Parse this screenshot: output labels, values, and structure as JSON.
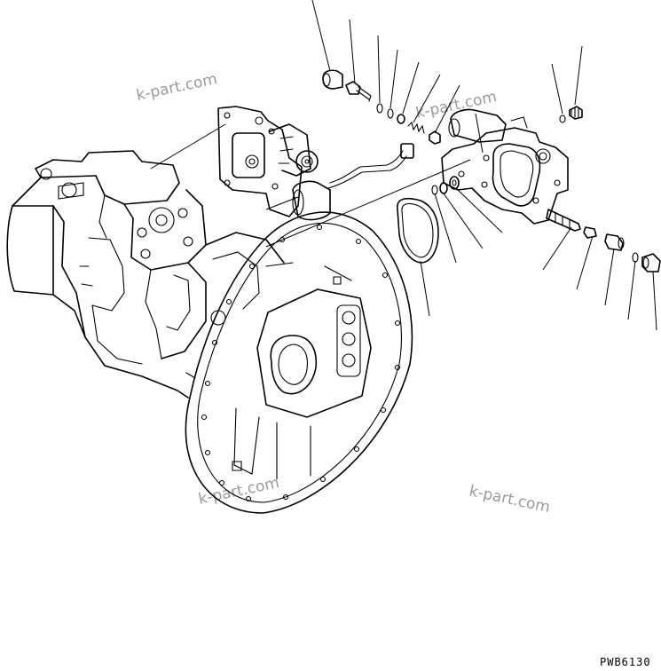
{
  "watermarks": [
    "k-part.com",
    "k-part.com",
    "k-part.com",
    "k-part.com"
  ],
  "drawing_code": "PWB6130",
  "colors": {
    "line": "#000000",
    "watermark": "#9a9a9a",
    "background": "#ffffff"
  }
}
